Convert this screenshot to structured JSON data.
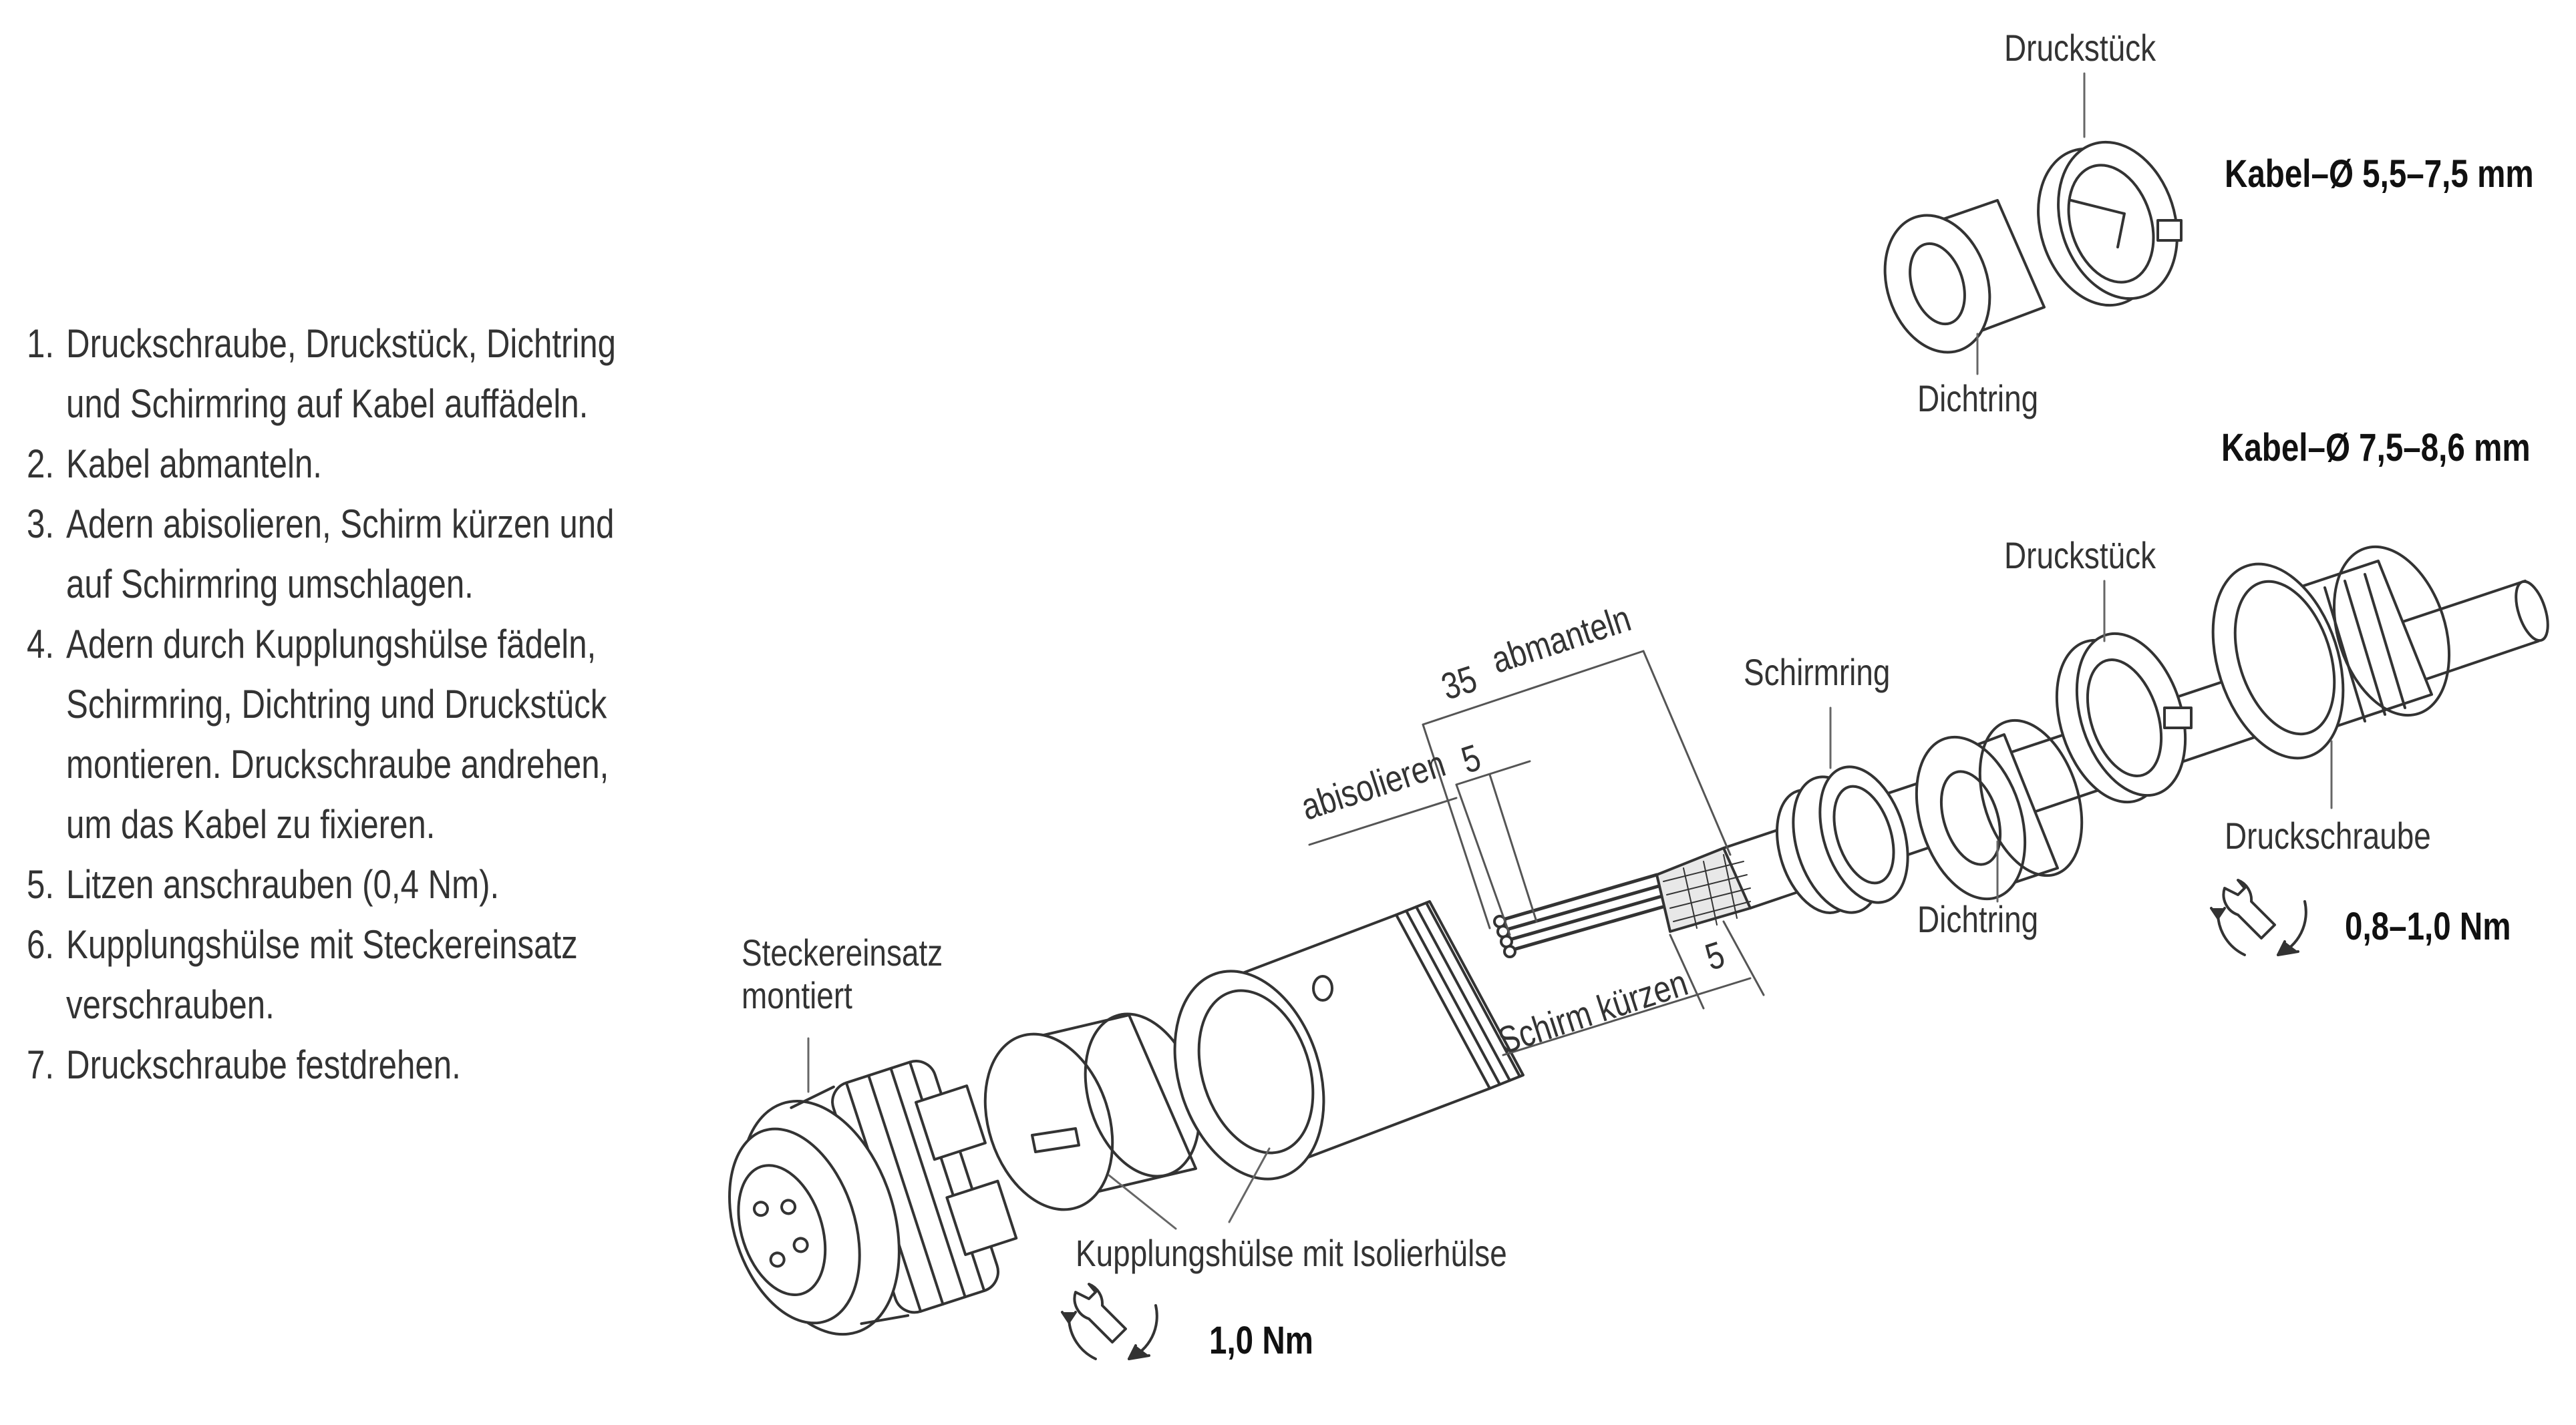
{
  "steps": [
    {
      "num": "1.",
      "text": "Druckschraube, Druckstück, Dichtring und Schirmring auf Kabel auffädeln."
    },
    {
      "num": "2.",
      "text": "Kabel abmanteln."
    },
    {
      "num": "3.",
      "text": "Adern abisolieren, Schirm kürzen und auf Schirmring umschlagen."
    },
    {
      "num": "4.",
      "text": "Adern durch Kupplungshülse fädeln, Schirmring, Dichtring und Druckstück montieren. Druckschraube andrehen, um das Kabel zu fixieren."
    },
    {
      "num": "5.",
      "text": "Litzen anschrauben (0,4 Nm)."
    },
    {
      "num": "6.",
      "text": "Kupplungshülse mit Steckereinsatz verschrauben."
    },
    {
      "num": "7.",
      "text": "Druckschraube festdrehen."
    }
  ],
  "labels": {
    "steckereinsatz_1": "Steckereinsatz",
    "steckereinsatz_2": "montiert",
    "kupplungshuelse": "Kupplungshülse mit Isolierhülse",
    "torque_coupling": "1,0 Nm",
    "abisolieren": "abisolieren",
    "dim_strip": "5",
    "dim_jacket": "35",
    "abmanteln": "abmanteln",
    "schirm_kuerzen": "Schirm kürzen",
    "dim_shield": "5",
    "schirmring": "Schirmring",
    "dichtring_lower": "Dichtring",
    "druckstueck_lower": "Druckstück",
    "druckschraube": "Druckschraube",
    "torque_screw": "0,8–1,0 Nm",
    "druckstueck_upper": "Druckstück",
    "dichtring_upper": "Dichtring",
    "kabel_small": "Kabel–Ø 5,5–7,5 mm",
    "kabel_large": "Kabel–Ø 7,5–8,6 mm"
  },
  "icons": {
    "wrench_coupling": "wrench-rotate-icon",
    "wrench_screw": "wrench-rotate-icon"
  },
  "colors": {
    "line": "#333333",
    "leader": "#666666",
    "text": "#333333"
  }
}
